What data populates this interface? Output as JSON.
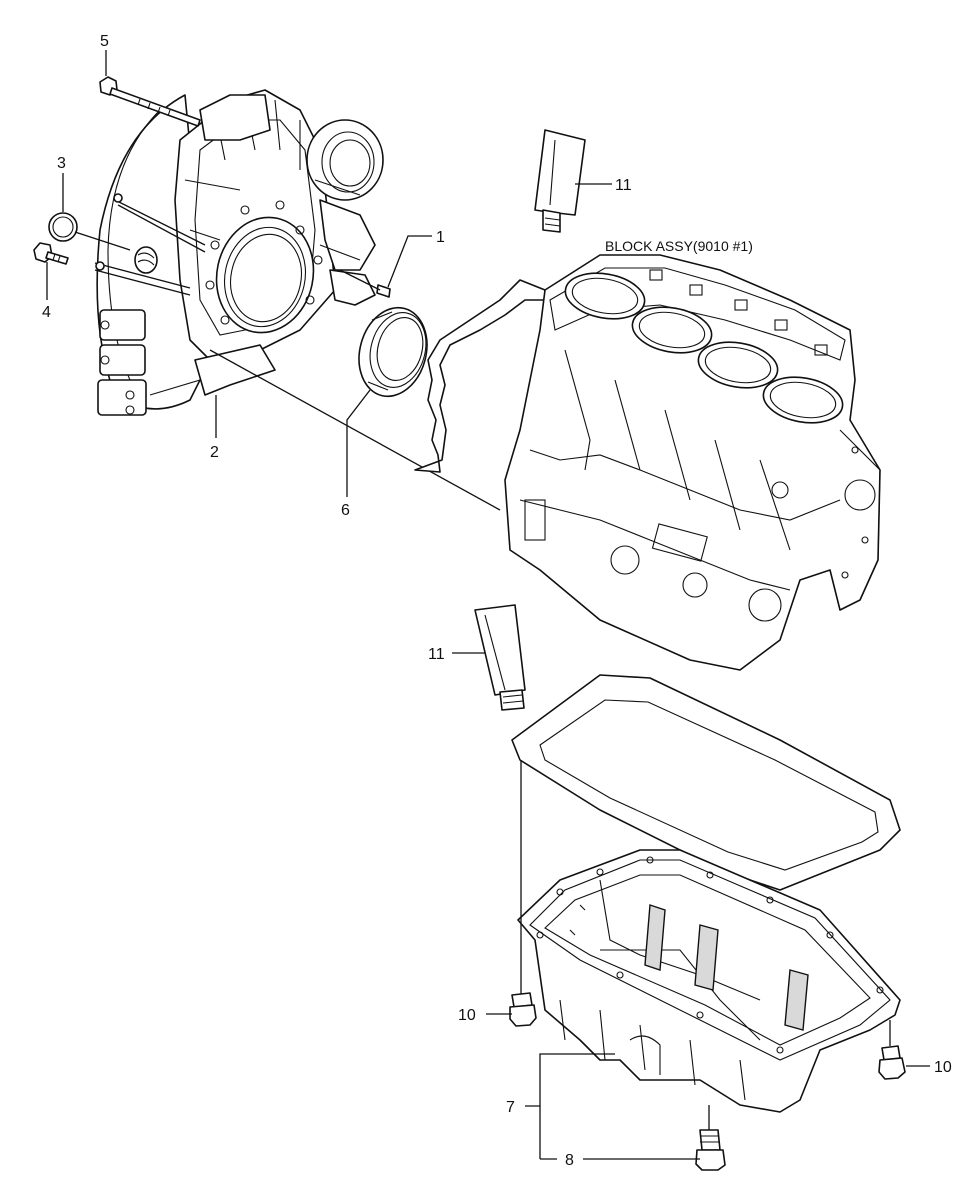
{
  "diagram": {
    "assembly_label": "BLOCK ASSY(9010 #1)",
    "callouts": {
      "c1": "1",
      "c2": "2",
      "c3": "3",
      "c4": "4",
      "c5": "5",
      "c6": "6",
      "c7": "7",
      "c8": "8",
      "c10_left": "10",
      "c10_right": "10",
      "c11_top": "11",
      "c11_mid": "11"
    }
  }
}
